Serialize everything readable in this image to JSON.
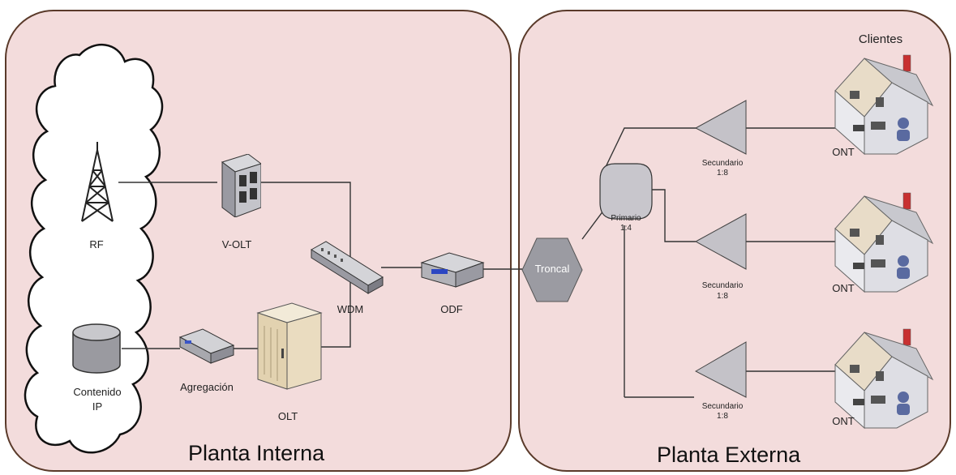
{
  "panels": {
    "internal_title": "Planta Interna",
    "external_title": "Planta Externa"
  },
  "labels": {
    "rf": "RF",
    "content_line1": "Contenido",
    "content_line2": "IP",
    "volt": "V-OLT",
    "olt": "OLT",
    "aggregation": "Agregación",
    "wdm": "WDM",
    "odf": "ODF",
    "trunk": "Troncal",
    "primary_line1": "Primario",
    "primary_line2": "1:4",
    "clients": "Clientes"
  },
  "branches": [
    {
      "splitter_line1": "Secundario",
      "splitter_line2": "1:8",
      "ont": "ONT"
    },
    {
      "splitter_line1": "Secundario",
      "splitter_line2": "1:8",
      "ont": "ONT"
    },
    {
      "splitter_line1": "Secundario",
      "splitter_line2": "1:8",
      "ont": "ONT"
    }
  ],
  "colors": {
    "panel_fill": "#f3dcdc",
    "panel_border": "#5a3a2a",
    "cloud_fill": "#ffffff",
    "line": "#333333"
  }
}
